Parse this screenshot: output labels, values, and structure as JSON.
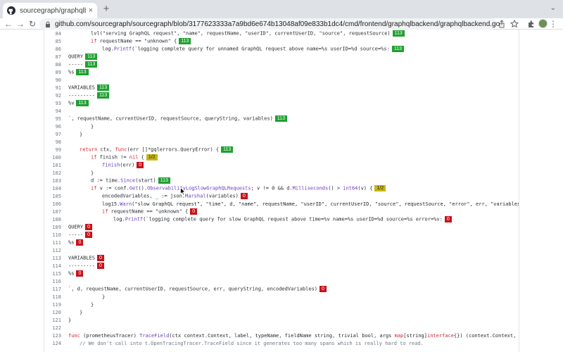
{
  "browser": {
    "tab_title": "sourcegraph/graphqlbackend/",
    "tab_close": "×",
    "new_tab": "+",
    "back": "←",
    "forward": "→",
    "reload": "↻",
    "url": "github.com/sourcegraph/sourcegraph/blob/3177623333a7a9bd6e674b13048af09e833b1dc4/cmd/frontend/graphqlbackend/graphqlbackend.go",
    "menu": "⋮"
  },
  "code": {
    "lines": [
      {
        "n": "84",
        "indent": 4,
        "badge": {
          "text": "113",
          "color": "green"
        },
        "spans": [
          {
            "t": "lvl(\"serving GraphQL request\", \"name\", requestName, \"userID\", currentUserID, \"source\", requestSource)",
            "c": ""
          }
        ]
      },
      {
        "n": "85",
        "indent": 4,
        "badge": {
          "text": "113",
          "color": "green"
        },
        "spans": [
          {
            "t": "if",
            "c": "kw"
          },
          {
            "t": " requestName == \"unknown\" {",
            "c": ""
          }
        ]
      },
      {
        "n": "86",
        "indent": 6,
        "badge": {
          "text": "113",
          "color": "green"
        },
        "spans": [
          {
            "t": "log.",
            "c": ""
          },
          {
            "t": "Printf",
            "c": "fn"
          },
          {
            "t": "(`logging complete query for unnamed GraphQL request above name=%s userID=%d source=%s:",
            "c": ""
          }
        ]
      },
      {
        "n": "87",
        "indent": 0,
        "badge": {
          "text": "113",
          "color": "green"
        },
        "spans": [
          {
            "t": "QUERY",
            "c": ""
          }
        ]
      },
      {
        "n": "88",
        "indent": 0,
        "badge": {
          "text": "113",
          "color": "green"
        },
        "spans": [
          {
            "t": "-----",
            "c": ""
          }
        ]
      },
      {
        "n": "89",
        "indent": 0,
        "badge": {
          "text": "113",
          "color": "green"
        },
        "spans": [
          {
            "t": "%s",
            "c": ""
          }
        ]
      },
      {
        "n": "90",
        "indent": 0,
        "badge": null,
        "spans": []
      },
      {
        "n": "91",
        "indent": 0,
        "badge": {
          "text": "113",
          "color": "green"
        },
        "spans": [
          {
            "t": "VARIABLES",
            "c": ""
          }
        ]
      },
      {
        "n": "92",
        "indent": 0,
        "badge": {
          "text": "113",
          "color": "green"
        },
        "spans": [
          {
            "t": "---------",
            "c": ""
          }
        ]
      },
      {
        "n": "93",
        "indent": 0,
        "badge": {
          "text": "113",
          "color": "green"
        },
        "spans": [
          {
            "t": "%v",
            "c": ""
          }
        ]
      },
      {
        "n": "94",
        "indent": 0,
        "badge": null,
        "spans": []
      },
      {
        "n": "95",
        "indent": 0,
        "badge": {
          "text": "113",
          "color": "green"
        },
        "spans": [
          {
            "t": "`, requestName, currentUserID, requestSource, queryString, variables)",
            "c": ""
          }
        ]
      },
      {
        "n": "96",
        "indent": 4,
        "badge": null,
        "spans": [
          {
            "t": "}",
            "c": ""
          }
        ]
      },
      {
        "n": "97",
        "indent": 2,
        "badge": null,
        "spans": [
          {
            "t": "}",
            "c": ""
          }
        ]
      },
      {
        "n": "98",
        "indent": 0,
        "badge": null,
        "spans": []
      },
      {
        "n": "99",
        "indent": 2,
        "badge": {
          "text": "113",
          "color": "green"
        },
        "spans": [
          {
            "t": "return",
            "c": "kw"
          },
          {
            "t": " ctx, ",
            "c": ""
          },
          {
            "t": "func",
            "c": "kw"
          },
          {
            "t": "(err []*gqlerrors.QueryError) {",
            "c": ""
          }
        ]
      },
      {
        "n": "100",
        "indent": 4,
        "badge": {
          "text": "1/2",
          "color": "yellow"
        },
        "spans": [
          {
            "t": "if",
            "c": "kw"
          },
          {
            "t": " finish != ",
            "c": ""
          },
          {
            "t": "nil",
            "c": "kw"
          },
          {
            "t": " {",
            "c": ""
          }
        ]
      },
      {
        "n": "101",
        "indent": 6,
        "badge": {
          "text": "0",
          "color": "red"
        },
        "spans": [
          {
            "t": "finish",
            "c": "fn"
          },
          {
            "t": "(err)",
            "c": ""
          }
        ]
      },
      {
        "n": "102",
        "indent": 4,
        "badge": null,
        "spans": [
          {
            "t": "}",
            "c": ""
          }
        ]
      },
      {
        "n": "103",
        "indent": 4,
        "badge": {
          "text": "113",
          "color": "green"
        },
        "spans": [
          {
            "t": "d := time.",
            "c": ""
          },
          {
            "t": "Since",
            "c": "fn"
          },
          {
            "t": "(start)",
            "c": ""
          }
        ]
      },
      {
        "n": "104",
        "indent": 4,
        "badge": {
          "text": "1/2",
          "color": "yellow"
        },
        "spans": [
          {
            "t": "if",
            "c": "kw"
          },
          {
            "t": " v := conf.",
            "c": ""
          },
          {
            "t": "Get",
            "c": "fn"
          },
          {
            "t": "().",
            "c": ""
          },
          {
            "t": "ObservabilityLogSlowGraphQLRequests",
            "c": "fn"
          },
          {
            "t": "; v != 0 && d.",
            "c": ""
          },
          {
            "t": "Milliseconds",
            "c": "fn"
          },
          {
            "t": "() > ",
            "c": ""
          },
          {
            "t": "int64",
            "c": "fn"
          },
          {
            "t": "(v) {",
            "c": ""
          }
        ]
      },
      {
        "n": "105",
        "indent": 6,
        "badge": {
          "text": "0",
          "color": "red"
        },
        "spans": [
          {
            "t": "encodedVariables, _ := json.",
            "c": ""
          },
          {
            "t": "Marshal",
            "c": "fn"
          },
          {
            "t": "(variables)",
            "c": ""
          }
        ]
      },
      {
        "n": "106",
        "indent": 6,
        "badge": null,
        "spans": [
          {
            "t": "log15.",
            "c": ""
          },
          {
            "t": "Warn",
            "c": "fn"
          },
          {
            "t": "(\"slow GraphQL request\", \"time\", d, \"name\", requestName, \"userID\", currentUserID, \"source\", requestSource, \"error\", err, \"variables\", stri",
            "c": ""
          }
        ]
      },
      {
        "n": "107",
        "indent": 6,
        "badge": {
          "text": "0",
          "color": "red"
        },
        "spans": [
          {
            "t": "if",
            "c": "kw"
          },
          {
            "t": " requestName == \"unknown\" {",
            "c": ""
          }
        ]
      },
      {
        "n": "108",
        "indent": 8,
        "badge": {
          "text": "0",
          "color": "red"
        },
        "spans": [
          {
            "t": "log.",
            "c": ""
          },
          {
            "t": "Printf",
            "c": "fn"
          },
          {
            "t": "(`logging complete query for slow GraphQL request above time=%v name=%s userID=%d source=%s error=%v:",
            "c": ""
          }
        ]
      },
      {
        "n": "109",
        "indent": 0,
        "badge": {
          "text": "0",
          "color": "red"
        },
        "spans": [
          {
            "t": "QUERY",
            "c": ""
          }
        ]
      },
      {
        "n": "110",
        "indent": 0,
        "badge": {
          "text": "0",
          "color": "red"
        },
        "spans": [
          {
            "t": "-----",
            "c": ""
          }
        ]
      },
      {
        "n": "111",
        "indent": 0,
        "badge": {
          "text": "0",
          "color": "red"
        },
        "spans": [
          {
            "t": "%s",
            "c": ""
          }
        ]
      },
      {
        "n": "112",
        "indent": 0,
        "badge": null,
        "spans": []
      },
      {
        "n": "113",
        "indent": 0,
        "badge": {
          "text": "0",
          "color": "red"
        },
        "spans": [
          {
            "t": "VARIABLES",
            "c": ""
          }
        ]
      },
      {
        "n": "114",
        "indent": 0,
        "badge": {
          "text": "0",
          "color": "red"
        },
        "spans": [
          {
            "t": "---------",
            "c": ""
          }
        ]
      },
      {
        "n": "115",
        "indent": 0,
        "badge": {
          "text": "0",
          "color": "red"
        },
        "spans": [
          {
            "t": "%s",
            "c": ""
          }
        ]
      },
      {
        "n": "116",
        "indent": 0,
        "badge": null,
        "spans": []
      },
      {
        "n": "117",
        "indent": 0,
        "badge": {
          "text": "0",
          "color": "red"
        },
        "spans": [
          {
            "t": "`, d, requestName, currentUserID, requestSource, err, queryString, encodedVariables)",
            "c": ""
          }
        ]
      },
      {
        "n": "118",
        "indent": 6,
        "badge": null,
        "spans": [
          {
            "t": "}",
            "c": ""
          }
        ]
      },
      {
        "n": "119",
        "indent": 4,
        "badge": null,
        "spans": [
          {
            "t": "}",
            "c": ""
          }
        ]
      },
      {
        "n": "120",
        "indent": 2,
        "badge": null,
        "spans": [
          {
            "t": "}",
            "c": ""
          }
        ]
      },
      {
        "n": "121",
        "indent": 0,
        "badge": null,
        "spans": [
          {
            "t": "}",
            "c": ""
          }
        ]
      },
      {
        "n": "122",
        "indent": 0,
        "badge": null,
        "spans": []
      },
      {
        "n": "123",
        "indent": 0,
        "badge": null,
        "spans": [
          {
            "t": "func",
            "c": "kw"
          },
          {
            "t": " (prometheusTracer) ",
            "c": ""
          },
          {
            "t": "TraceField",
            "c": "fn"
          },
          {
            "t": "(ctx context.Context, label, typeName, fieldName string, trivial bool, args ",
            "c": ""
          },
          {
            "t": "map",
            "c": "kw"
          },
          {
            "t": "[string]",
            "c": ""
          },
          {
            "t": "interface",
            "c": "kw"
          },
          {
            "t": "{}) (context.Context, trace.Tr",
            "c": ""
          }
        ]
      },
      {
        "n": "124",
        "indent": 2,
        "badge": null,
        "spans": [
          {
            "t": "// We don't call into t.OpenTracingTracer.TraceField since it generates too many spans which is really hard to read.",
            "c": "cm"
          }
        ]
      }
    ]
  }
}
